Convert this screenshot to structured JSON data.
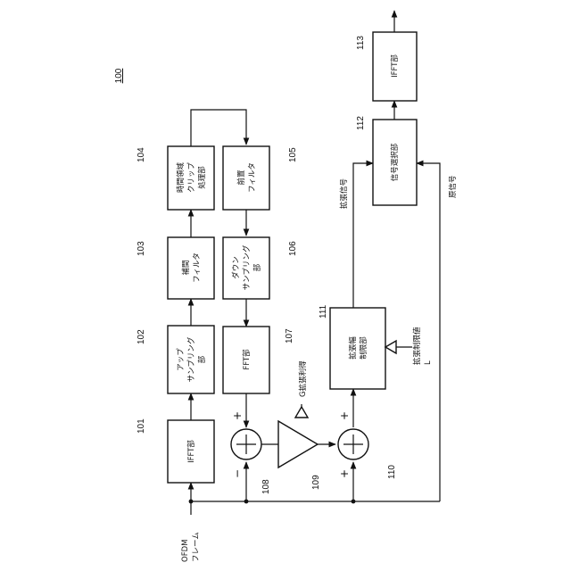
{
  "diagram_id": "100",
  "blocks": {
    "b101": {
      "ref": "101",
      "lines": [
        "IFFT部"
      ]
    },
    "b102": {
      "ref": "102",
      "lines": [
        "アップ",
        "サンプリング",
        "部"
      ]
    },
    "b103": {
      "ref": "103",
      "lines": [
        "補間",
        "フィルタ"
      ]
    },
    "b104": {
      "ref": "104",
      "lines": [
        "時間領域",
        "クリップ",
        "処理部"
      ]
    },
    "b105": {
      "ref": "105",
      "lines": [
        "前置",
        "フィルタ"
      ]
    },
    "b106": {
      "ref": "106",
      "lines": [
        "ダウン",
        "サンプリング",
        "部"
      ]
    },
    "b107": {
      "ref": "107",
      "lines": [
        "FFT部"
      ]
    },
    "b111": {
      "ref": "111",
      "lines": [
        "拡張幅",
        "制限部"
      ]
    },
    "b112": {
      "ref": "112",
      "lines": [
        "信号選択部"
      ]
    },
    "b113": {
      "ref": "113",
      "lines": [
        "IFFT部"
      ]
    }
  },
  "elements": {
    "sub108": "108",
    "amp109": "109",
    "add110": "110"
  },
  "signals": {
    "input": [
      "OFDM",
      "フレーム"
    ],
    "gain": "G拡張利得",
    "expanded": "拡張信号",
    "original": "原信号",
    "limit": [
      "拡張制限値",
      "L"
    ]
  },
  "signs": {
    "plus": "+",
    "minus": "−"
  }
}
